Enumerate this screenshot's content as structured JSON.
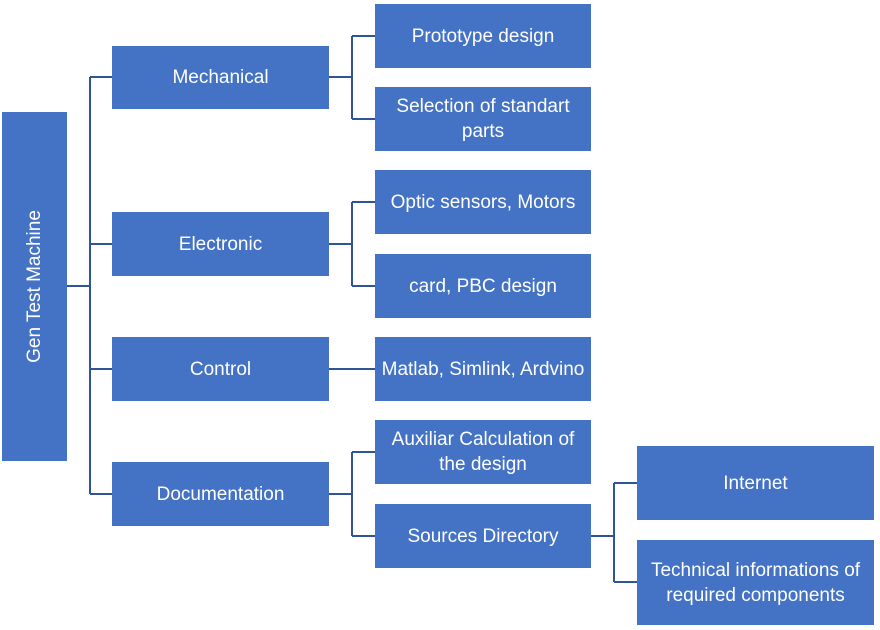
{
  "diagram": {
    "root": "Gen Test Machine",
    "branches": {
      "mechanical": {
        "label": "Mechanical",
        "children": [
          "Prototype design",
          "Selection of standart parts"
        ]
      },
      "electronic": {
        "label": "Electronic",
        "children": [
          "Optic sensors, Motors",
          "card, PBC design"
        ]
      },
      "control": {
        "label": "Control",
        "children": [
          "Matlab, Simlink, Ardvino"
        ]
      },
      "documentation": {
        "label": "Documentation",
        "children": [
          "Auxiliar Calculation of the design",
          "Sources Directory"
        ],
        "sources_children": [
          "Internet",
          "Technical informations of required components"
        ]
      }
    },
    "colors": {
      "box_fill": "#4472C4",
      "connector": "#2F5597",
      "text": "#FFFFFF"
    }
  }
}
